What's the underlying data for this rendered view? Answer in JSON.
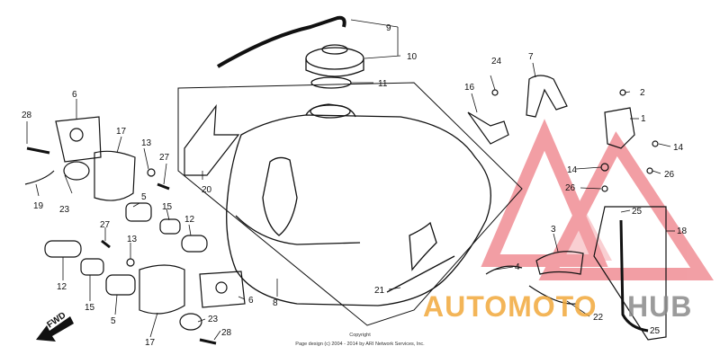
{
  "callouts": {
    "c1": "1",
    "c2": "2",
    "c3": "3",
    "c4": "4",
    "c5a": "5",
    "c5b": "5",
    "c6a": "6",
    "c6b": "6",
    "c7": "7",
    "c8": "8",
    "c9": "9",
    "c10": "10",
    "c11": "11",
    "c12a": "12",
    "c12b": "12",
    "c13a": "13",
    "c13b": "13",
    "c14a": "14",
    "c14b": "14",
    "c15a": "15",
    "c15b": "15",
    "c16": "16",
    "c17a": "17",
    "c17b": "17",
    "c18": "18",
    "c19": "19",
    "c20": "20",
    "c21": "21",
    "c22": "22",
    "c23a": "23",
    "c23b": "23",
    "c24": "24",
    "c25a": "25",
    "c25b": "25",
    "c26a": "26",
    "c26b": "26",
    "c27a": "27",
    "c27b": "27",
    "c28a": "28",
    "c28b": "28"
  },
  "fwd_label": "FWD",
  "copyright": {
    "line1": "Copyright",
    "line2": "Page design (c) 2004 - 2014 by ARI Network Services, Inc."
  },
  "watermark": {
    "text_a": "AUTOMOTO",
    "text_b": "HUB",
    "colors": {
      "accent": "#e8505b",
      "orange": "#f2a93b",
      "gray": "#8a8a8a"
    }
  }
}
